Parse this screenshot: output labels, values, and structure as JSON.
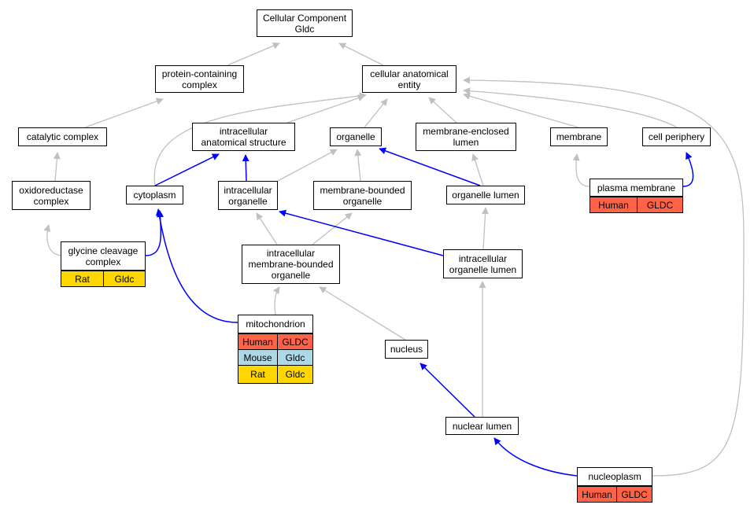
{
  "colors": {
    "human": "#ff6347",
    "mouse": "#add8e6",
    "rat": "#ffd700",
    "edge_isa": "#c0c0c0",
    "edge_partof": "#0000ff"
  },
  "nodes": {
    "cc": "Cellular Component\nGldc",
    "pcc": "protein-containing\ncomplex",
    "cae": "cellular anatomical\nentity",
    "cat": "catalytic complex",
    "ias": "intracellular\nanatomical structure",
    "org": "organelle",
    "mel": "membrane-enclosed\nlumen",
    "mem": "membrane",
    "cp": "cell periphery",
    "oxc": "oxidoreductase\ncomplex",
    "cyt": "cytoplasm",
    "io": "intracellular\norganelle",
    "mbo": "membrane-bounded\norganelle",
    "ol": "organelle lumen",
    "pm": "plasma membrane",
    "gcc": "glycine cleavage\ncomplex",
    "imbo": "intracellular\nmembrane-bounded\norganelle",
    "iol": "intracellular\norganelle lumen",
    "mito": "mitochondrion",
    "nuc": "nucleus",
    "nl": "nuclear lumen",
    "np": "nucleoplasm"
  },
  "badges": {
    "pm": [
      {
        "species": "Human",
        "gene": "GLDC"
      }
    ],
    "gcc": [
      {
        "species": "Rat",
        "gene": "Gldc"
      }
    ],
    "mito": [
      {
        "species": "Human",
        "gene": "GLDC"
      },
      {
        "species": "Mouse",
        "gene": "Gldc"
      },
      {
        "species": "Rat",
        "gene": "Gldc"
      }
    ],
    "np": [
      {
        "species": "Human",
        "gene": "GLDC"
      }
    ]
  },
  "edges": [
    {
      "from": "pcc",
      "to": "cc",
      "type": "is_a"
    },
    {
      "from": "cae",
      "to": "cc",
      "type": "is_a"
    },
    {
      "from": "cat",
      "to": "pcc",
      "type": "is_a"
    },
    {
      "from": "oxc",
      "to": "cat",
      "type": "is_a"
    },
    {
      "from": "gcc",
      "to": "oxc",
      "type": "is_a"
    },
    {
      "from": "gcc",
      "to": "cyt",
      "type": "part_of"
    },
    {
      "from": "cyt",
      "to": "cae",
      "type": "is_a"
    },
    {
      "from": "cyt",
      "to": "ias",
      "type": "part_of"
    },
    {
      "from": "ias",
      "to": "cae",
      "type": "is_a"
    },
    {
      "from": "org",
      "to": "cae",
      "type": "is_a"
    },
    {
      "from": "mel",
      "to": "cae",
      "type": "is_a"
    },
    {
      "from": "mem",
      "to": "cae",
      "type": "is_a"
    },
    {
      "from": "cp",
      "to": "cae",
      "type": "is_a"
    },
    {
      "from": "np",
      "to": "cae",
      "type": "is_a"
    },
    {
      "from": "io",
      "to": "ias",
      "type": "part_of"
    },
    {
      "from": "io",
      "to": "org",
      "type": "is_a"
    },
    {
      "from": "mbo",
      "to": "org",
      "type": "is_a"
    },
    {
      "from": "ol",
      "to": "org",
      "type": "part_of"
    },
    {
      "from": "ol",
      "to": "mel",
      "type": "is_a"
    },
    {
      "from": "pm",
      "to": "mem",
      "type": "is_a"
    },
    {
      "from": "pm",
      "to": "cp",
      "type": "part_of"
    },
    {
      "from": "imbo",
      "to": "io",
      "type": "is_a"
    },
    {
      "from": "imbo",
      "to": "mbo",
      "type": "is_a"
    },
    {
      "from": "iol",
      "to": "io",
      "type": "part_of"
    },
    {
      "from": "iol",
      "to": "ol",
      "type": "is_a"
    },
    {
      "from": "mito",
      "to": "imbo",
      "type": "is_a"
    },
    {
      "from": "mito",
      "to": "cyt",
      "type": "part_of"
    },
    {
      "from": "nuc",
      "to": "imbo",
      "type": "is_a"
    },
    {
      "from": "nl",
      "to": "nuc",
      "type": "part_of"
    },
    {
      "from": "nl",
      "to": "iol",
      "type": "is_a"
    },
    {
      "from": "np",
      "to": "nl",
      "type": "part_of"
    }
  ]
}
